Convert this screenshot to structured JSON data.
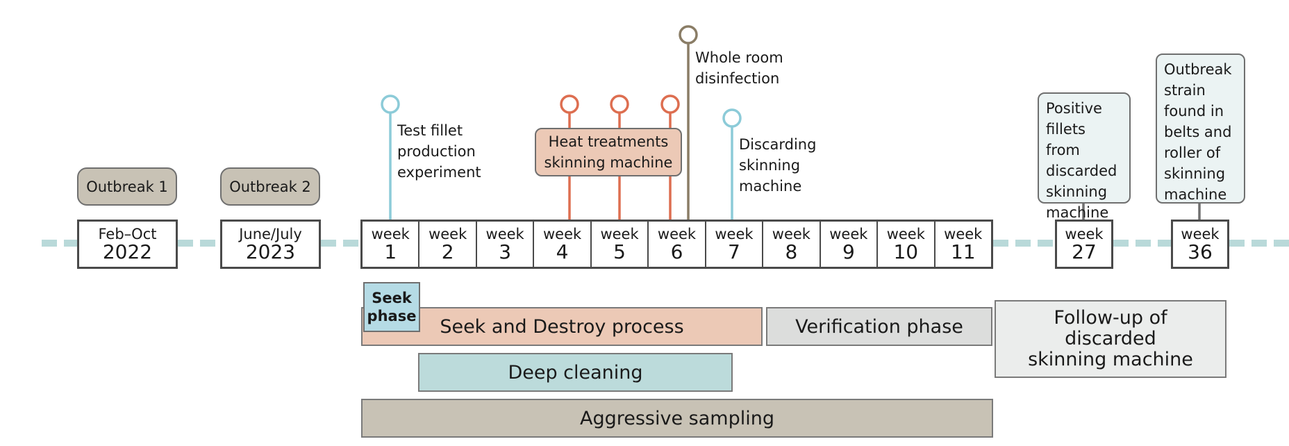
{
  "timeline": {
    "early_events": [
      {
        "label": "Outbreak 1",
        "period_line1": "Feb–Oct",
        "period_line2": "2022"
      },
      {
        "label": "Outbreak 2",
        "period_line1": "June/July",
        "period_line2": "2023"
      }
    ],
    "weeks": [
      {
        "line1": "week",
        "line2": "1"
      },
      {
        "line1": "week",
        "line2": "2"
      },
      {
        "line1": "week",
        "line2": "3"
      },
      {
        "line1": "week",
        "line2": "4"
      },
      {
        "line1": "week",
        "line2": "5"
      },
      {
        "line1": "week",
        "line2": "6"
      },
      {
        "line1": "week",
        "line2": "7"
      },
      {
        "line1": "week",
        "line2": "8"
      },
      {
        "line1": "week",
        "line2": "9"
      },
      {
        "line1": "week",
        "line2": "10"
      },
      {
        "line1": "week",
        "line2": "11"
      }
    ],
    "later_weeks": [
      {
        "line1": "week",
        "line2": "27",
        "note": "Positive\nfillets from\ndiscarded\nskinning\nmachine"
      },
      {
        "line1": "week",
        "line2": "36",
        "note": "Outbreak\nstrain\nfound in\nbelts and\nroller of\nskinning\nmachine"
      }
    ]
  },
  "milestones": {
    "test_fillet": {
      "label": "Test fillet\nproduction\nexperiment",
      "week": 1,
      "color": "#8ccbd8"
    },
    "heat_treatments": {
      "label": "Heat treatments\nskinning machine",
      "weeks": [
        4,
        5,
        6
      ],
      "color": "#dd6e50"
    },
    "whole_room": {
      "label": "Whole room\ndisinfection",
      "week": 6,
      "color": "#8a7d66"
    },
    "discarding": {
      "label": "Discarding\nskinning\nmachine",
      "week": 7,
      "color": "#8ccbd8"
    }
  },
  "phases": {
    "seek_phase": "Seek\nphase",
    "seek_and_destroy": "Seek and Destroy process",
    "verification": "Verification phase",
    "follow_up": "Follow-up of\ndiscarded\nskinning machine",
    "deep_cleaning": "Deep cleaning",
    "aggressive_sampling": "Aggressive sampling"
  },
  "colors": {
    "timeline_dash": "#b9d9d9",
    "outbreak_fill": "#c8c2b5",
    "heat_fill": "#ecc9b6",
    "callout_fill": "#ebf3f3",
    "seek_fill": "#b5dbe5",
    "snd_fill": "#ecc9b6",
    "verification_fill": "#dcdddc",
    "followup_fill": "#ebedec",
    "deep_cleaning_fill": "#bcdbdb",
    "aggressive_fill": "#c8c2b5"
  }
}
